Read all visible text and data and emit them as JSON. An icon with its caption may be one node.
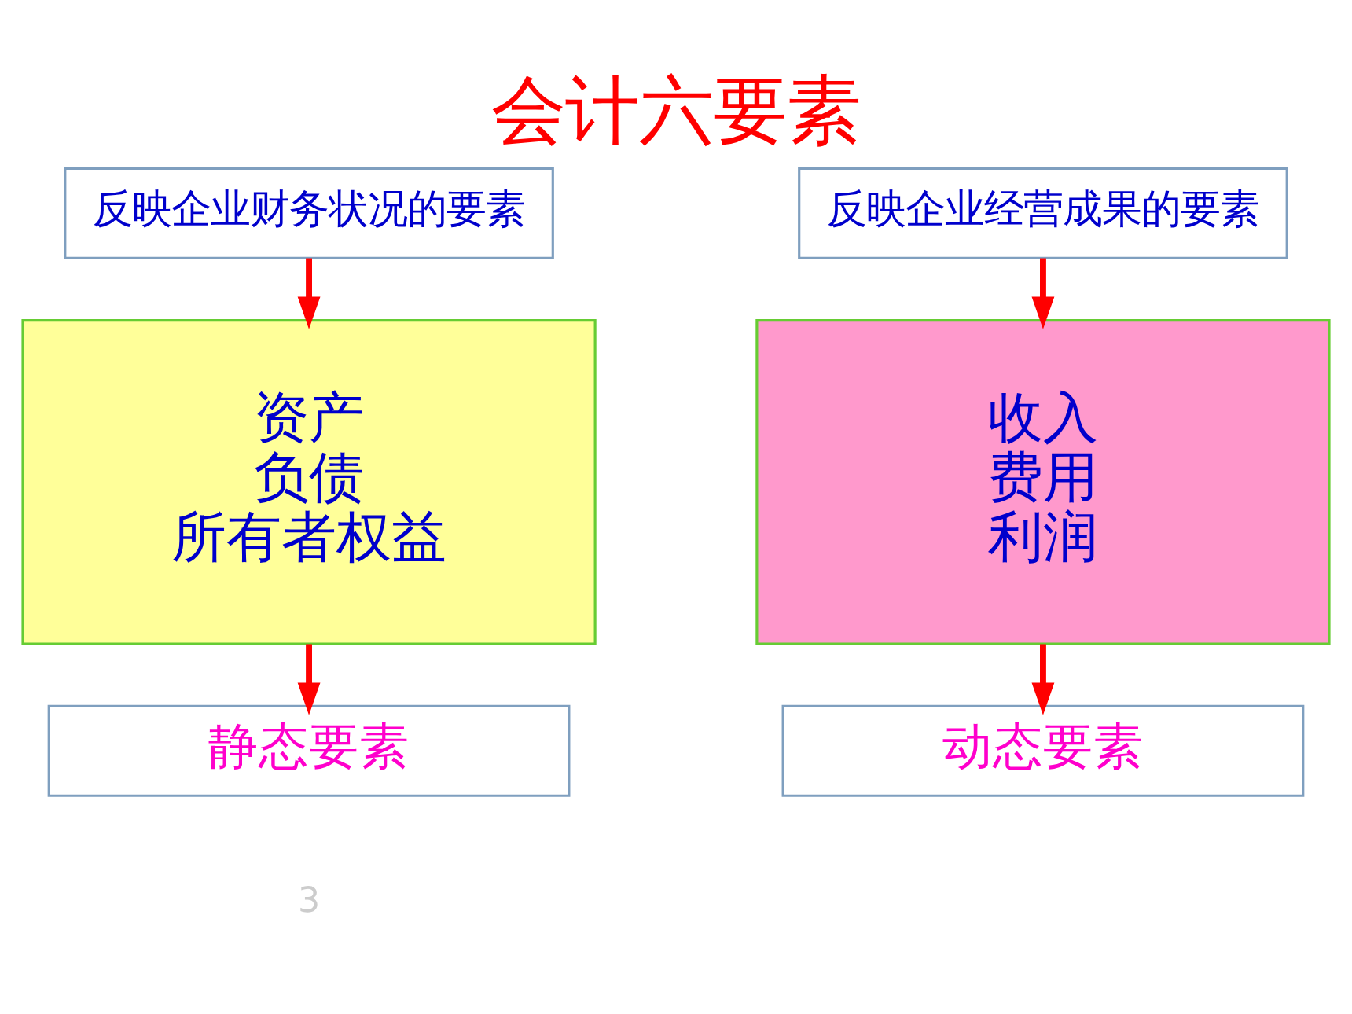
{
  "diagram": {
    "title": "会计六要素",
    "nodes": [
      {
        "text": [
          "反映企业财务状况的要素"
        ]
      },
      {
        "text": [
          "反映企业经营成果的要素"
        ]
      },
      {
        "text": [
          "资产",
          "负债",
          "所有者权益"
        ]
      },
      {
        "text": [
          "收入",
          "费用",
          "利润"
        ]
      },
      {
        "text": [
          "静态要素"
        ]
      },
      {
        "text": [
          "动态要素"
        ]
      }
    ],
    "edges": [
      {
        "from": 0,
        "to": 2,
        "arrow": "to"
      },
      {
        "from": 1,
        "to": 3,
        "arrow": "to"
      },
      {
        "from": 2,
        "to": 4,
        "arrow": "to"
      },
      {
        "from": 3,
        "to": 5,
        "arrow": "to"
      }
    ],
    "labels": [
      "3"
    ]
  }
}
